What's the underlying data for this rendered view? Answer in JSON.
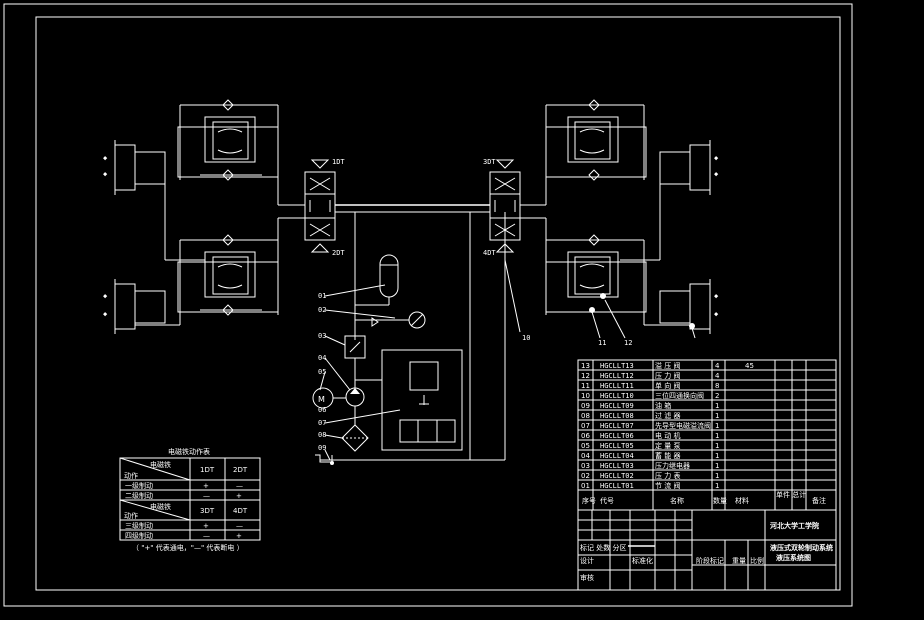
{
  "drawing": {
    "bom_rows": [
      {
        "no": "13",
        "code": "HGCLLT13",
        "name": "溢 压 阀",
        "qty": "4",
        "mat": "45"
      },
      {
        "no": "12",
        "code": "HGCLLT12",
        "name": "压 力 阀",
        "qty": "4",
        "mat": ""
      },
      {
        "no": "11",
        "code": "HGCLLT11",
        "name": "单 向 阀",
        "qty": "8",
        "mat": ""
      },
      {
        "no": "10",
        "code": "HGCLLT10",
        "name": "三位四通换向阀",
        "qty": "2",
        "mat": ""
      },
      {
        "no": "09",
        "code": "HGCLLT09",
        "name": "油 箱",
        "qty": "1",
        "mat": ""
      },
      {
        "no": "08",
        "code": "HGCLLT08",
        "name": "过 滤 器",
        "qty": "1",
        "mat": ""
      },
      {
        "no": "07",
        "code": "HGCLLT07",
        "name": "先导型电磁溢流阀",
        "qty": "1",
        "mat": ""
      },
      {
        "no": "06",
        "code": "HGCLLT06",
        "name": "电 动 机",
        "qty": "1",
        "mat": ""
      },
      {
        "no": "05",
        "code": "HGCLLT05",
        "name": "定 量 泵",
        "qty": "1",
        "mat": ""
      },
      {
        "no": "04",
        "code": "HGCLLT04",
        "name": "蓄 能 器",
        "qty": "1",
        "mat": ""
      },
      {
        "no": "03",
        "code": "HGCLLT03",
        "name": "压力继电器",
        "qty": "1",
        "mat": ""
      },
      {
        "no": "02",
        "code": "HGCLLT02",
        "name": "压 力 表",
        "qty": "1",
        "mat": ""
      },
      {
        "no": "01",
        "code": "HGCLLT01",
        "name": "节 流 阀",
        "qty": "1",
        "mat": ""
      }
    ],
    "bom_header": {
      "no": "序号",
      "code": "代号",
      "name": "名称",
      "qty": "数量",
      "mat": "材料",
      "weight": "单件 总计",
      "remark": "备注"
    },
    "title_block": {
      "school": "河北大学工学院",
      "drawing_title_1": "液压式双轮制动系统",
      "drawing_title_2": "液压系统图",
      "designer": "设计",
      "reviewer": "审核",
      "standard": "标准化",
      "stage": "阶段标记",
      "weight": "重量",
      "scale": "比例",
      "mark": "标记 处数 分区"
    },
    "solenoid_table": {
      "title": "电磁铁动作表",
      "corner_top": "电磁铁",
      "corner_bottom": "动作",
      "cols_a": [
        "1DT",
        "2DT"
      ],
      "cols_b": [
        "3DT",
        "4DT"
      ],
      "rows_a": [
        {
          "label": "一级制动",
          "v1": "+",
          "v2": "—"
        },
        {
          "label": "二级制动",
          "v1": "—",
          "v2": "+"
        }
      ],
      "rows_b": [
        {
          "label": "三级制动",
          "v1": "+",
          "v2": "—"
        },
        {
          "label": "四级制动",
          "v1": "—",
          "v2": "+"
        }
      ],
      "note": "（ \"+\" 代表通电，\"—\" 代表断电 ）"
    },
    "valve_labels": {
      "dt1": "1DT",
      "dt2": "2DT",
      "dt3": "3DT",
      "dt4": "4DT"
    },
    "callouts": [
      "01",
      "02",
      "03",
      "04",
      "05",
      "06",
      "07",
      "08",
      "09",
      "10",
      "11",
      "12"
    ],
    "motor_symbol": "M"
  }
}
